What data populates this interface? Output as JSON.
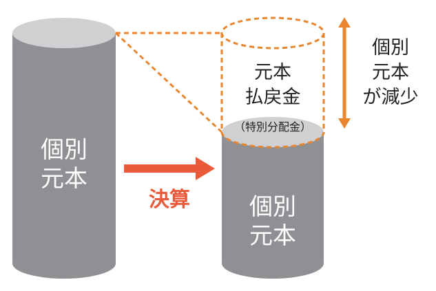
{
  "colors": {
    "cylinder_body": "#8f9093",
    "cylinder_top": "#cfd0d2",
    "accent_orange": "#e8852e",
    "arrow_red": "#e95a3a",
    "text_white": "#ffffff",
    "text_dark": "#222222",
    "background": "#ffffff"
  },
  "left_cylinder": {
    "label_line1": "個別",
    "label_line2": "元本"
  },
  "right_cylinder": {
    "label_line1": "個別",
    "label_line2": "元本"
  },
  "refund": {
    "line1": "元本",
    "line2": "払戻金",
    "note": "（特別分配金）"
  },
  "transition": {
    "label": "決算",
    "icon": "right-arrow-icon"
  },
  "decrease_note": {
    "line1": "個別",
    "line2": "元本",
    "line3": "が減少",
    "icon": "double-vertical-arrow-icon"
  }
}
